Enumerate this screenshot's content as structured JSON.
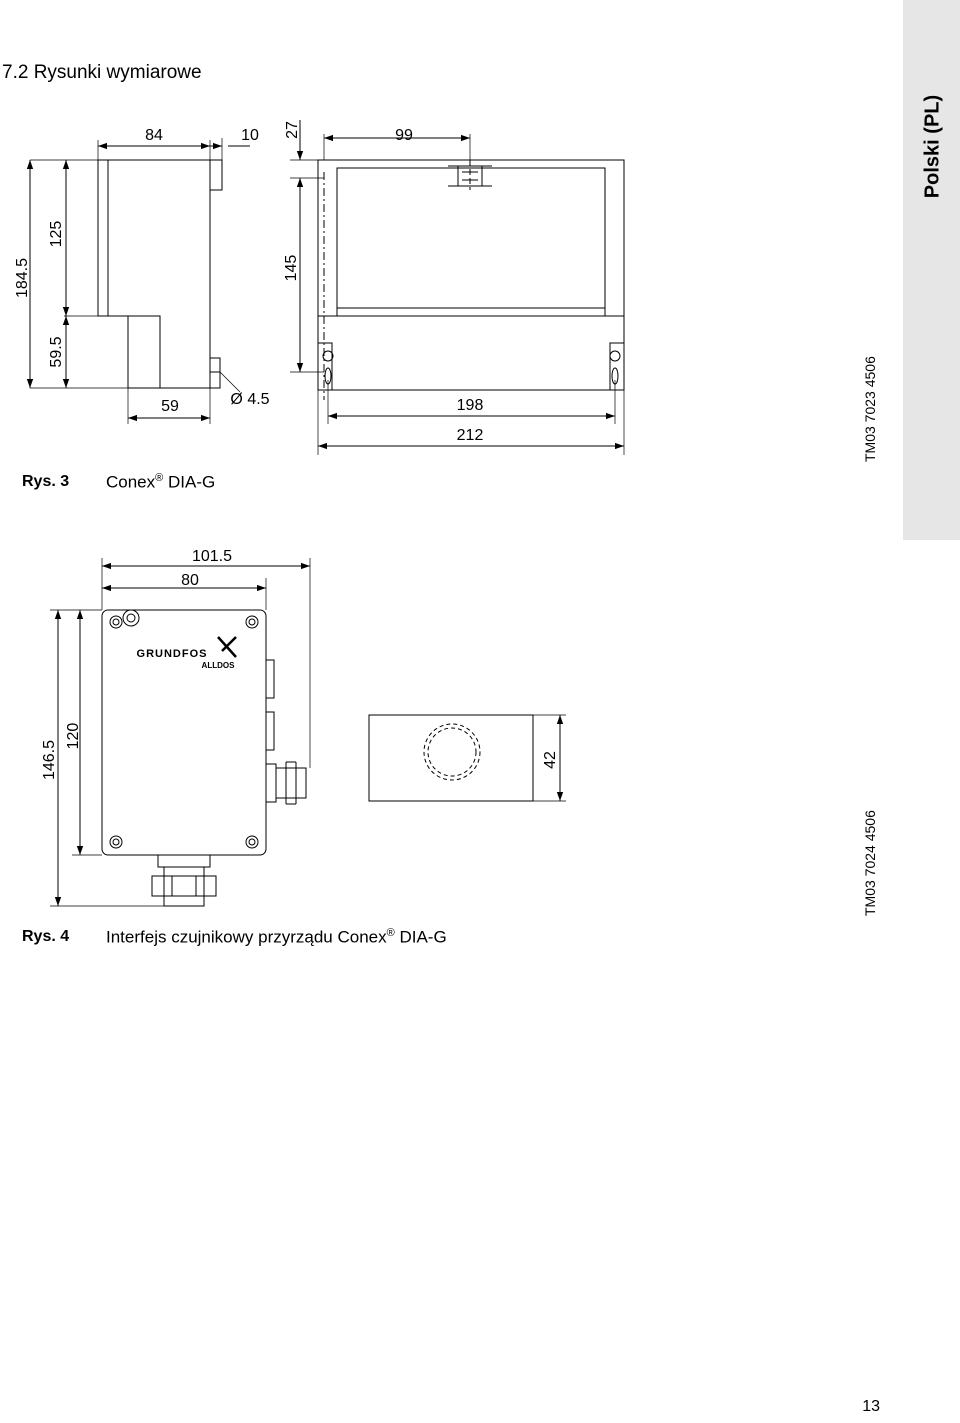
{
  "section_title": "7.2 Rysunki wymiarowe",
  "side_tab": {
    "label": "Polski (PL)",
    "color": "#e6e6e6"
  },
  "figure3": {
    "label": "Rys. 3",
    "caption_product": "Conex",
    "caption_reg": "®",
    "caption_model": "DIA-G",
    "tm_code": "TM03 7023 4506",
    "dims": {
      "d84": "84",
      "d10": "10",
      "d27": "27",
      "d99": "99",
      "d125": "125",
      "d184_5": "184.5",
      "d59_5": "59.5",
      "d145": "145",
      "d59": "59",
      "d4_5": "Ø 4.5",
      "d198": "198",
      "d212": "212"
    }
  },
  "figure4": {
    "label": "Rys. 4",
    "caption_text": "Interfejs czujnikowy przyrządu Conex",
    "caption_reg": "®",
    "caption_model": "DIA-G",
    "tm_code": "TM03 7024 4506",
    "logo_brand": "GRUNDFOS",
    "logo_sub": "ALLDOS",
    "dims": {
      "d101_5": "101.5",
      "d80": "80",
      "d146_5": "146.5",
      "d120": "120",
      "d42": "42"
    }
  },
  "page_number": "13"
}
